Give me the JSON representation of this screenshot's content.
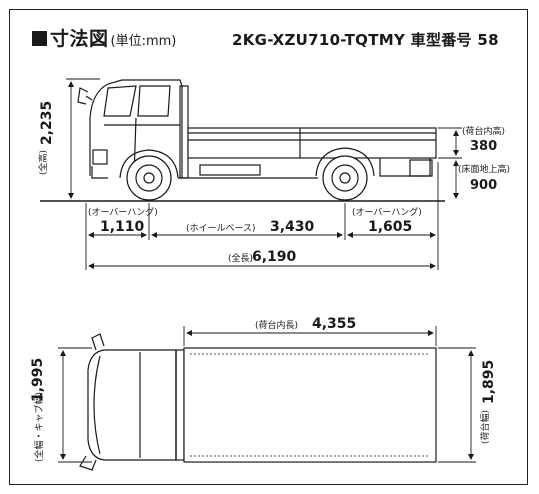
{
  "header": {
    "title": "寸法図",
    "unit": "(単位:mm)",
    "model": "2KG-XZU710-TQTMY 車型番号 58"
  },
  "side_view": {
    "overall_height_label": "(全高)",
    "overall_height_value": "2,235",
    "bed_inner_height_label": "(荷台内高)",
    "bed_inner_height_value": "380",
    "floor_height_label": "(床面地上高)",
    "floor_height_value": "900",
    "front_overhang_label": "(オーバーハング)",
    "front_overhang_value": "1,110",
    "wheelbase_label": "(ホイールベース)",
    "wheelbase_value": "3,430",
    "rear_overhang_label": "(オーバーハング)",
    "rear_overhang_value": "1,605",
    "overall_length_label": "(全長)",
    "overall_length_value": "6,190"
  },
  "top_view": {
    "bed_inner_length_label": "(荷台内長)",
    "bed_inner_length_value": "4,355",
    "overall_width_label": "(全幅・キャブ幅)",
    "overall_width_value": "1,995",
    "bed_width_label": "(荷台幅)",
    "bed_width_value": "1,895"
  }
}
